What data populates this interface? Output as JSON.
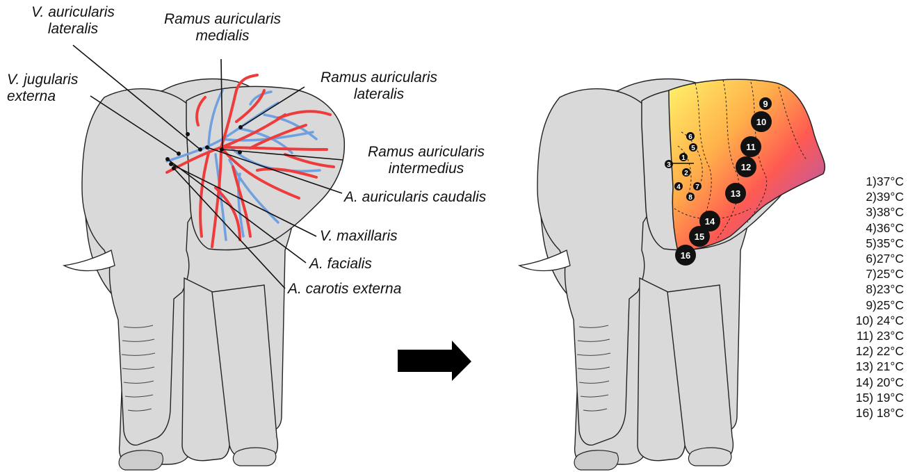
{
  "labels": {
    "v_auricularis_lateralis": "V. auricularis lateralis",
    "v_auricularis_lateralis_1": "V. auricularis",
    "v_auricularis_lateralis_2": "lateralis",
    "ramus_medialis_1": "Ramus auricularis",
    "ramus_medialis_2": "medialis",
    "v_jugularis_1": "V. jugularis",
    "v_jugularis_2": "externa",
    "ramus_lateralis_1": "Ramus auricularis",
    "ramus_lateralis_2": "lateralis",
    "ramus_intermedius_1": "Ramus auricularis",
    "ramus_intermedius_2": "intermedius",
    "a_auricularis_caudalis": "A. auricularis caudalis",
    "v_maxillaris": "V. maxillaris",
    "a_facialis": "A. facialis",
    "a_carotis_externa": "A. carotis externa"
  },
  "measurement_points": [
    {
      "id": "1",
      "temp": "1)37°C"
    },
    {
      "id": "2",
      "temp": "2)39°C"
    },
    {
      "id": "3",
      "temp": "3)38°C"
    },
    {
      "id": "4",
      "temp": "4)36°C"
    },
    {
      "id": "5",
      "temp": "5)35°C"
    },
    {
      "id": "6",
      "temp": "6)27°C"
    },
    {
      "id": "7",
      "temp": "7)25°C"
    },
    {
      "id": "8",
      "temp": "8)23°C"
    },
    {
      "id": "9",
      "temp": "9)25°C"
    },
    {
      "id": "10",
      "temp": "10) 24°C"
    },
    {
      "id": "11",
      "temp": "11) 23°C"
    },
    {
      "id": "12",
      "temp": "12) 22°C"
    },
    {
      "id": "13",
      "temp": "13) 21°C"
    },
    {
      "id": "14",
      "temp": "14) 20°C"
    },
    {
      "id": "15",
      "temp": "15) 19°C"
    },
    {
      "id": "16",
      "temp": "16) 18°C"
    }
  ],
  "colors": {
    "artery": "#ee3b3b",
    "vein": "#6fa0e0",
    "elephant_fill": "#d9d9d9",
    "heat_warm": "#ffee66",
    "heat_mid": "#ff5a4a",
    "heat_cool": "#5a5ad6"
  },
  "arrow": {
    "direction": "right"
  }
}
